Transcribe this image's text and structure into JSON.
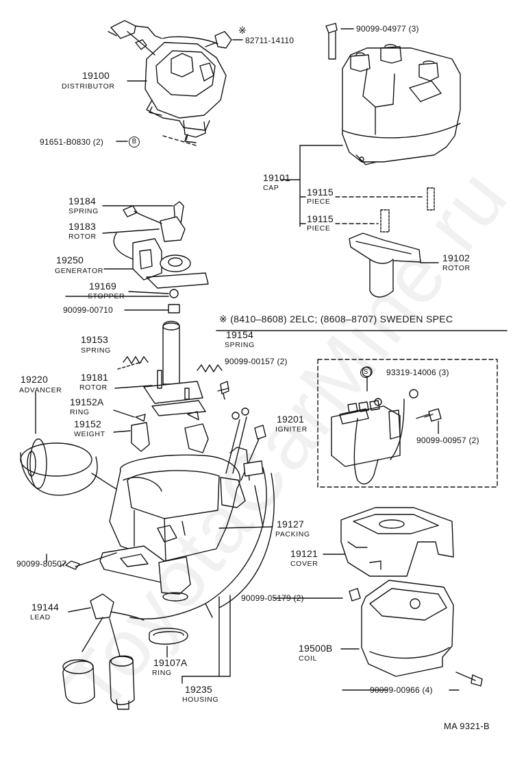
{
  "watermark": "ToyotaCarMine.ru",
  "banner": "※ (8410–8608) 2ELC; (8608–8707) SWEDEN SPEC",
  "drawing_ref": "MA  9321-B",
  "colors": {
    "line": "#111111",
    "background": "#ffffff"
  },
  "parts": {
    "p19100": {
      "num": "19100",
      "name": "DISTRIBUTOR"
    },
    "p19101": {
      "num": "19101",
      "name": "CAP"
    },
    "p19115a": {
      "num": "19115",
      "name": "PIECE"
    },
    "p19115b": {
      "num": "19115",
      "name": "PIECE"
    },
    "p19102": {
      "num": "19102",
      "name": "ROTOR"
    },
    "p19184": {
      "num": "19184",
      "name": "SPRING"
    },
    "p19183": {
      "num": "19183",
      "name": "ROTOR"
    },
    "p19250": {
      "num": "19250",
      "name": "GENERATOR"
    },
    "p19169": {
      "num": "19169",
      "name": "STOPPER"
    },
    "p19153": {
      "num": "19153",
      "name": "SPRING"
    },
    "p19154": {
      "num": "19154",
      "name": "SPRING"
    },
    "p19181": {
      "num": "19181",
      "name": "ROTOR"
    },
    "p19220": {
      "num": "19220",
      "name": "ADVANCER"
    },
    "p19152A": {
      "num": "19152A",
      "name": "RING"
    },
    "p19152": {
      "num": "19152",
      "name": "WEIGHT"
    },
    "p19201": {
      "num": "19201",
      "name": "IGNITER"
    },
    "p19127": {
      "num": "19127",
      "name": "PACKING"
    },
    "p19121": {
      "num": "19121",
      "name": "COVER"
    },
    "p19144": {
      "num": "19144",
      "name": "LEAD"
    },
    "p19107A": {
      "num": "19107A",
      "name": "RING"
    },
    "p19500B": {
      "num": "19500B",
      "name": "COIL"
    },
    "p19235": {
      "num": "19235",
      "name": "HOUSING"
    }
  },
  "fasteners": {
    "f82711": {
      "mark": "※",
      "num": "82711-14110"
    },
    "f04977": {
      "num": "90099-04977 (3)"
    },
    "f91651": {
      "num": "91651-B0830 (2)",
      "circle": "B"
    },
    "f00710": {
      "num": "90099-00710"
    },
    "f00157": {
      "num": "90099-00157 (2)"
    },
    "f93319": {
      "circle": "S",
      "num": "93319-14006 (3)"
    },
    "f00957": {
      "num": "90099-00957 (2)"
    },
    "f80507": {
      "num": "90099-80507"
    },
    "f05179": {
      "num": "90099-05179 (2)"
    },
    "f00966": {
      "num": "90099-00966 (4)"
    }
  }
}
